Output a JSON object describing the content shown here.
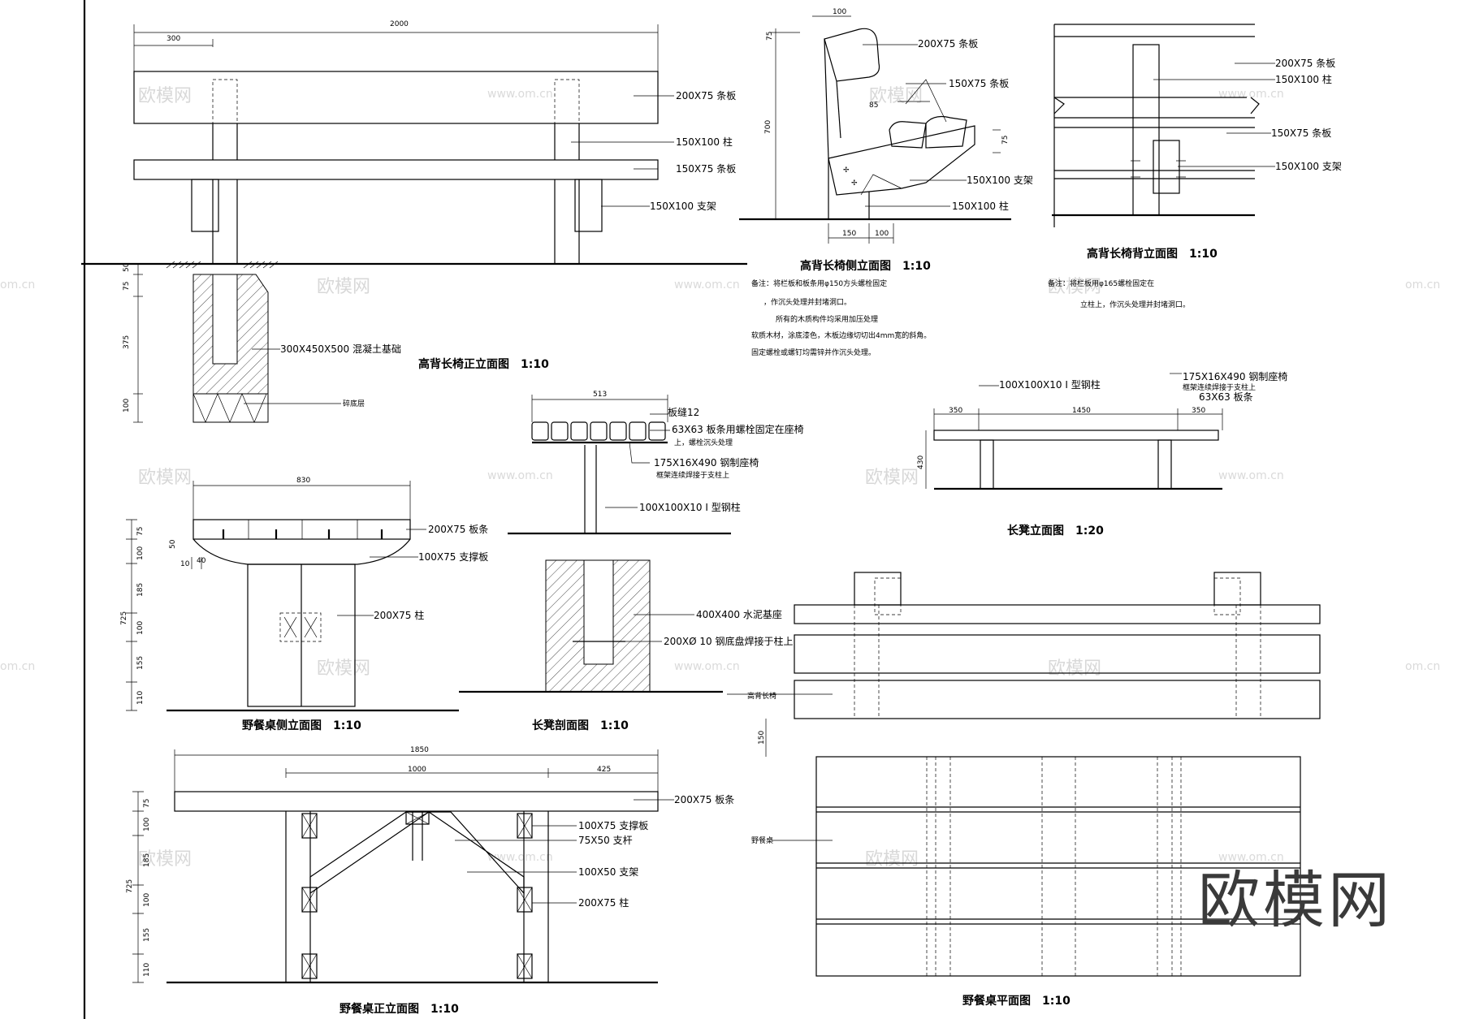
{
  "titles": {
    "high_back_front": "高背长椅正立面图　1:10",
    "high_back_side": "高背长椅侧立面图　1:10",
    "high_back_rear": "高背长椅背立面图　1:10",
    "bench_elev": "长凳立面图　1:20",
    "table_side": "野餐桌侧立面图　1:10",
    "bench_section": "长凳剖面图　1:10",
    "table_front": "野餐桌正立面图　1:10",
    "table_plan": "野餐桌平面图　1:10"
  },
  "notes": {
    "side": [
      "备注：将栏板和板条用φ150方头螺栓固定",
      "，作沉头处理并封堵洞口。",
      "所有的木质构件均采用加压处理",
      "软质木材，涂底漆色，木板边缘切切出4mm宽的斜角。",
      "固定螺栓或螺钉均需锌并作沉头处理。"
    ],
    "rear": [
      "备注：将栏板用φ165螺栓固定在",
      "立柱上，作沉头处理并封堵洞口。"
    ]
  },
  "dims": {
    "hb_total": "2000",
    "hb_left": "300",
    "hb_v1": "50",
    "hb_v2": "75",
    "hb_v3": "375",
    "hb_v4": "100",
    "side_top": "100",
    "side_75": "75",
    "side_700": "700",
    "side_85": "85",
    "side_75b": "75",
    "side_150": "150",
    "side_100": "100",
    "bench_350a": "350",
    "bench_1450": "1450",
    "bench_350b": "350",
    "bench_430": "430",
    "ts_830": "830",
    "ts_75": "75",
    "ts_100": "100",
    "ts_185": "185",
    "ts_100b": "100",
    "ts_155": "155",
    "ts_110": "110",
    "ts_725": "725",
    "ts_50": "50",
    "ts_40": "40",
    "ts_10": "10",
    "bs_513": "513",
    "tf_1850": "1850",
    "tf_1000": "1000",
    "tf_425": "425",
    "tf_75": "75",
    "tf_100": "100",
    "tf_185": "185",
    "tf_100b": "100",
    "tf_155": "155",
    "tf_110": "110",
    "tf_725": "725",
    "plan_150": "150"
  },
  "labels": {
    "hb_slat_top": "200X75 条板",
    "hb_post": "150X100 柱",
    "hb_slat_mid": "150X75 条板",
    "hb_bracket": "150X100 支架",
    "hb_found": "300X450X500 混凝土基础",
    "hb_gravel": "碎底层",
    "side_slat_top": "200X75 条板",
    "side_slat_mid": "150X75 条板",
    "side_bracket": "150X100 支架",
    "side_post": "150X100 柱",
    "rear_slat_top": "200X75 条板",
    "rear_post": "150X100 柱",
    "rear_slat_mid": "150X75 条板",
    "rear_bracket": "150X100 支架",
    "bench_post": "100X100X10 I 型钢柱",
    "bench_seat": "175X16X490 钢制座椅",
    "bench_seat2": "框架连续焊接于支柱上",
    "bench_slat": "63X63 板条",
    "ts_top": "200X75 板条",
    "ts_brace": "100X75 支撑板",
    "ts_post": "200X75 柱",
    "bs_gap": "板缝12",
    "bs_slat": "63X63 板条用螺栓固定在座椅",
    "bs_slat2": "上，螺栓沉头处理",
    "bs_seat": "175X16X490 钢制座椅",
    "bs_seat2": "框架连续焊接于支柱上",
    "bs_post": "100X100X10 I 型钢柱",
    "bs_found": "400X400 水泥基座",
    "bs_plate": "200XØ 10 钢底盘焊接于柱上",
    "tf_top": "200X75 板条",
    "tf_brace": "100X75 支撑板",
    "tf_strut": "75X50 支杆",
    "tf_frame": "100X50 支架",
    "tf_post": "200X75 柱",
    "plan_bench": "高背长椅",
    "plan_table": "野餐桌"
  },
  "watermark": {
    "brand": "欧模网",
    "url": "www.om.cn",
    "url2": "om.cn"
  }
}
